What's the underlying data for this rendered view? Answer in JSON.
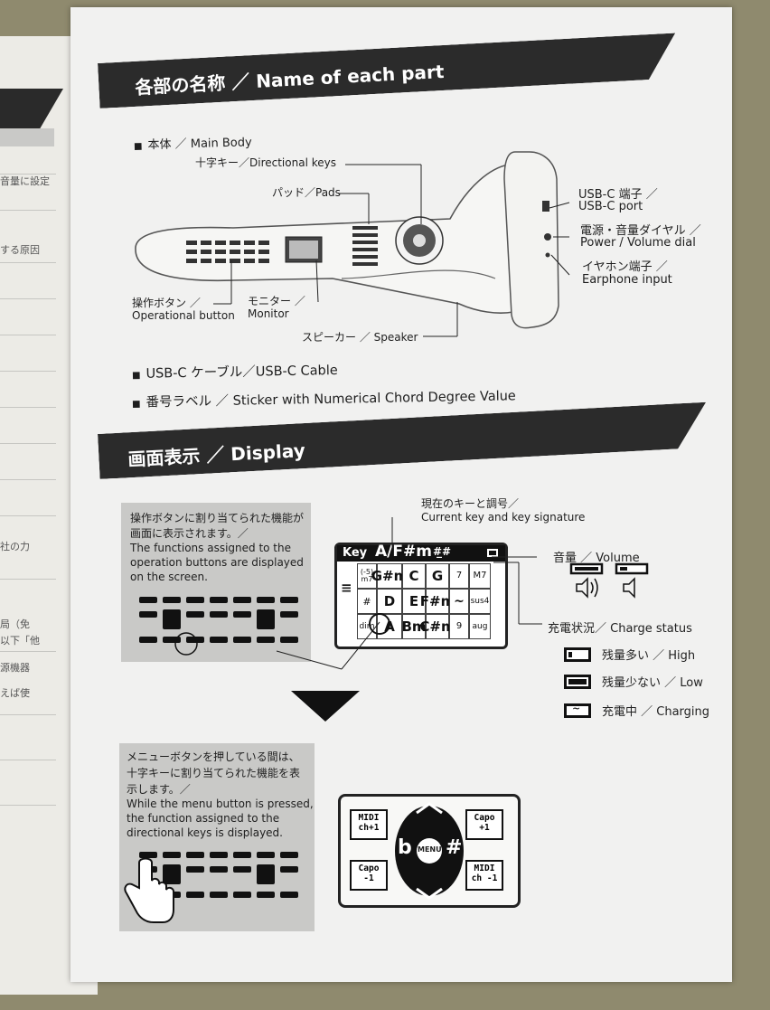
{
  "left_page": {
    "lines": [
      "音量に設定",
      "する原因",
      "社の力",
      "局（免",
      "以下「他",
      "源機器",
      "えば使"
    ]
  },
  "section1": {
    "title": "各部の名称 ／ Name of each part",
    "main_body": "本体 ／ Main Body",
    "labels": {
      "directional_keys": "十字キー／Directional keys",
      "pads": "パッド／Pads",
      "operational_button_jp": "操作ボタン ／",
      "operational_button_en": "Operational button",
      "monitor_jp": "モニター ／",
      "monitor_en": "Monitor",
      "speaker": "スピーカー ／ Speaker",
      "usbc_jp": "USB-C 端子 ／",
      "usbc_en": "USB-C port",
      "power_jp": "電源・音量ダイヤル ／",
      "power_en": "Power / Volume dial",
      "earphone_jp": "イヤホン端子 ／",
      "earphone_en": "Earphone input"
    },
    "items": [
      "USB-C ケーブル／USB-C Cable",
      "番号ラベル ／ Sticker with Numerical Chord Degree Value"
    ]
  },
  "section2": {
    "title": "画面表示 ／ Display",
    "assigned_jp_1": "操作ボタンに割り当てられた機能が",
    "assigned_jp_2": "画面に表示されます。／",
    "assigned_en_1": "The functions assigned to the",
    "assigned_en_2": "operation buttons are displayed",
    "assigned_en_3": "on the screen.",
    "current_key_jp": "現在のキーと調号／",
    "current_key_en": "Current key and key signature",
    "volume": "音量 ／ Volume",
    "charge_status": "充電状況／ Charge status",
    "charge_levels": [
      "残量多い ／ High",
      "残量少ない ／ Low",
      "充電中 ／ Charging"
    ],
    "screen": {
      "key_label": "Key",
      "key_value": "A/F#m",
      "row1": [
        "(-5)\nm7",
        "G#m",
        "C",
        "G",
        "7",
        "M7"
      ],
      "row2": [
        "#",
        "D",
        "E",
        "F#m",
        "~",
        "sus4"
      ],
      "row3": [
        "dim",
        "A",
        "Bm",
        "C#m",
        "9",
        "aug"
      ]
    },
    "menu_jp_1": "メニューボタンを押している間は、",
    "menu_jp_2": "十字キーに割り当てられた機能を表",
    "menu_jp_3": "示します。／",
    "menu_en_1": "While the menu button is pressed,",
    "menu_en_2": "the function assigned to the",
    "menu_en_3": "directional keys is displayed.",
    "menu_screen": {
      "tl": "MIDI\nch+1",
      "tr": "Capo\n+1",
      "bl": "Capo\n-1",
      "br": "MIDI\nch -1",
      "center": "MENU",
      "left_sym": "b",
      "right_sym": "#"
    }
  }
}
